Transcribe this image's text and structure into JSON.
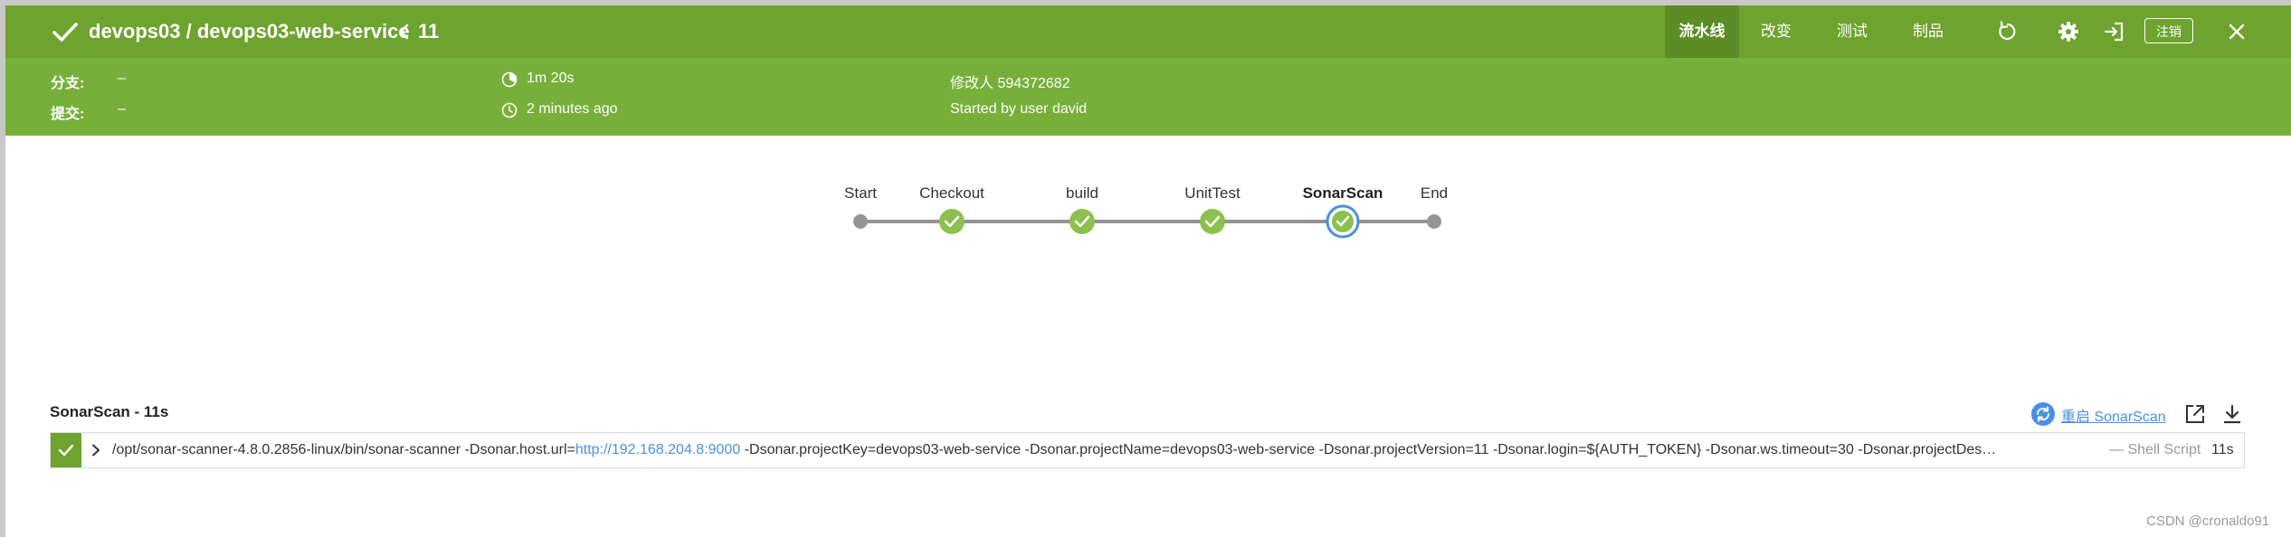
{
  "header": {
    "title": "devops03 / devops03-web-service",
    "build_number": "11",
    "tabs": [
      "流水线",
      "改变",
      "测试",
      "制品"
    ],
    "active_tab": "流水线",
    "logout_label": "注销",
    "bar_color": "#6da32e"
  },
  "meta": {
    "branch_label": "分支:",
    "branch_value": "–",
    "commit_label": "提交:",
    "commit_value": "–",
    "duration": "1m 20s",
    "started_ago": "2 minutes ago",
    "changes": "修改人 594372682",
    "cause": "Started by user david"
  },
  "pipeline": {
    "stages": [
      {
        "name": "Start",
        "status": "none"
      },
      {
        "name": "Checkout",
        "status": "success"
      },
      {
        "name": "build",
        "status": "success"
      },
      {
        "name": "UnitTest",
        "status": "success"
      },
      {
        "name": "SonarScan",
        "status": "success",
        "selected": true
      },
      {
        "name": "End",
        "status": "none"
      }
    ],
    "success_color": "#8cc04f",
    "selected_color": "#4a90e2"
  },
  "step": {
    "title": "SonarScan - 11s",
    "restart_label": "重启 SonarScan",
    "command_prefix": "/opt/sonar-scanner-4.8.0.2856-linux/bin/sonar-scanner -Dsonar.host.url=",
    "command_link": "http://192.168.204.8:9000",
    "command_suffix": " -Dsonar.projectKey=devops03-web-service -Dsonar.projectName=devops03-web-service -Dsonar.projectVersion=11 -Dsonar.login=${AUTH_TOKEN} -Dsonar.ws.timeout=30 -Dsonar.projectDes…",
    "type": "— Shell Script",
    "duration": "11s"
  },
  "watermark": "CSDN @cronaldo91"
}
